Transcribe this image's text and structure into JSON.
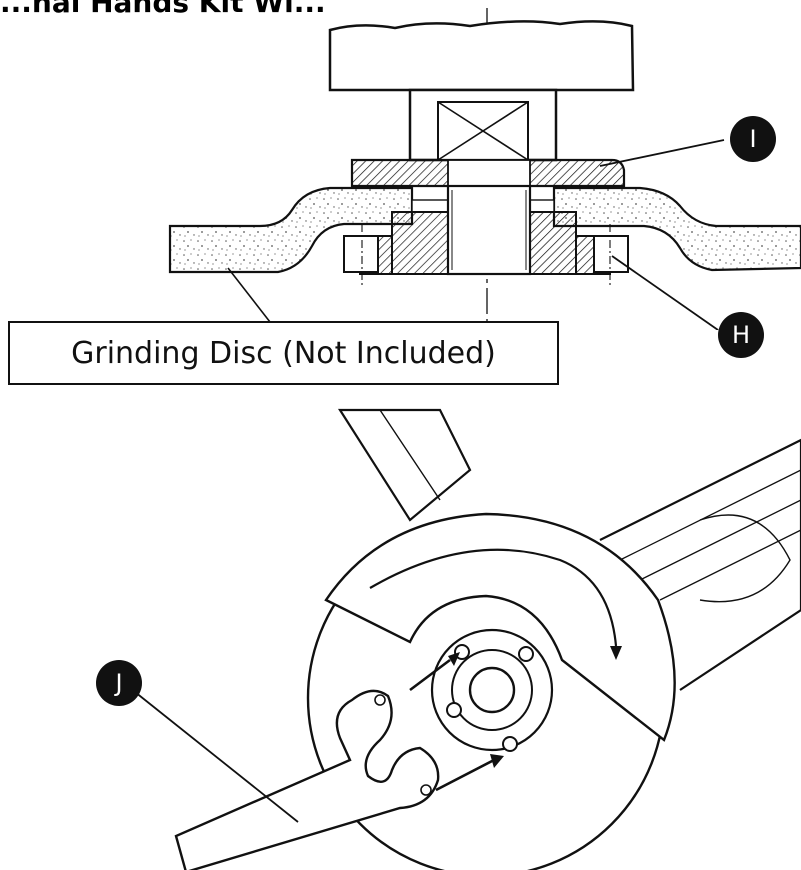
{
  "heading": "...nal Hands Kit Wi...",
  "callout_label": "Grinding Disc (Not Included)",
  "badges": {
    "i": "I",
    "h": "H",
    "j": "J"
  },
  "colors": {
    "ink": "#111111",
    "speckle": "#555555",
    "background": "#ffffff"
  }
}
